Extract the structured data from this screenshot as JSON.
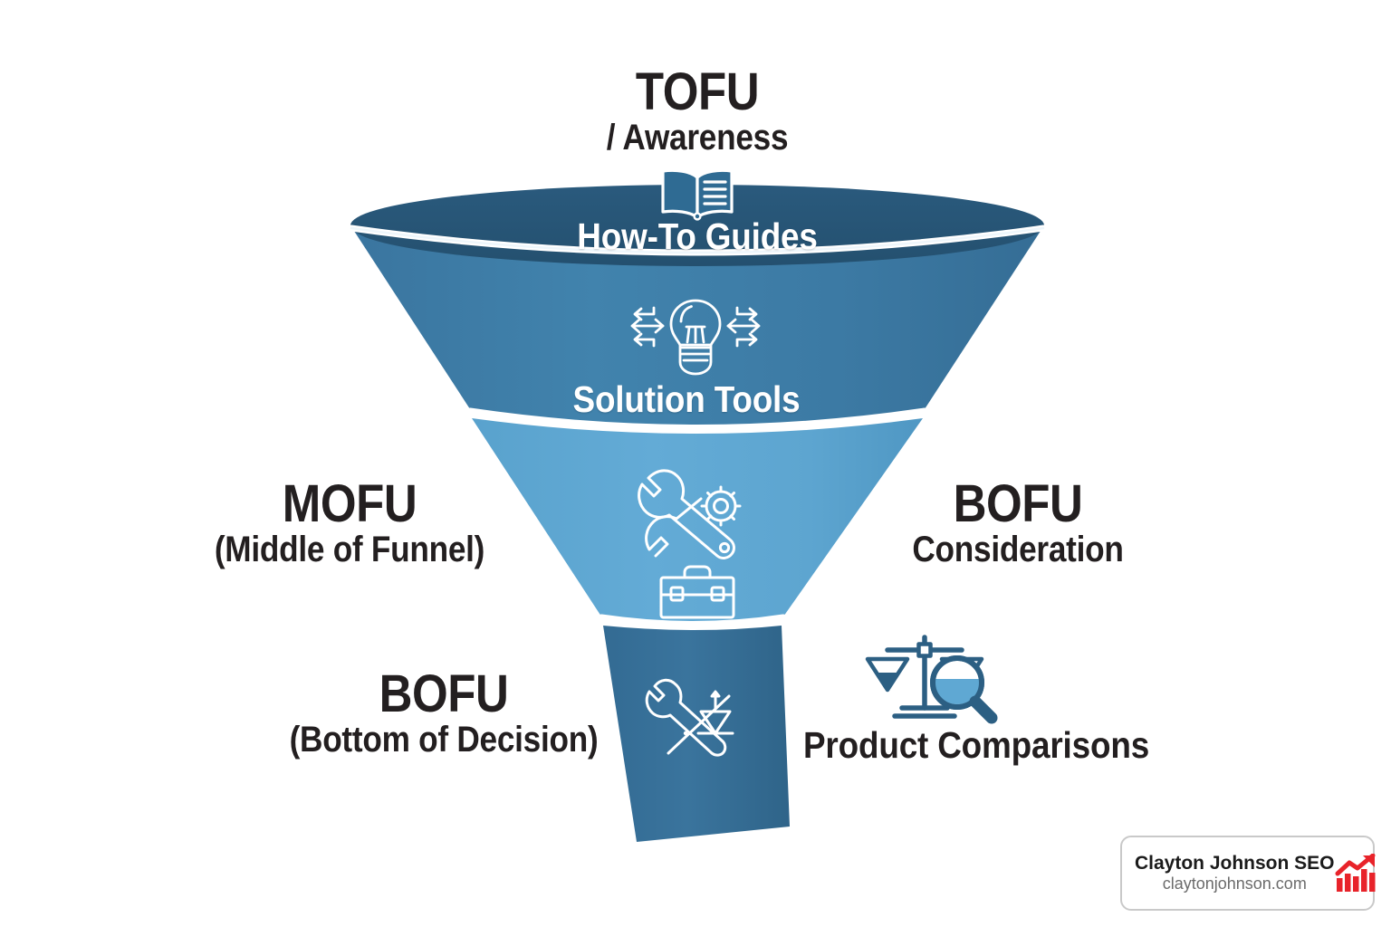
{
  "diagram": {
    "title_stage_top": {
      "title": "TOFU",
      "subtitle": "/ Awareness"
    },
    "title_stage_middle": {
      "title": "MOFU",
      "subtitle": "(Middle of Funnel)"
    },
    "title_stage_bottom_left": {
      "title": "BOFU",
      "subtitle": "(Bottom of Decision)"
    },
    "title_stage_bottom_right": {
      "title": "BOFU",
      "subtitle": "Consideration"
    },
    "inner_labels": {
      "how_to_guides": "How-To Guides",
      "solution_tools": "Solution Tools"
    },
    "outer_labels": {
      "product_comparisons": "Product Comparisons"
    },
    "icons": {
      "book": "open-book-icon",
      "bulb": "lightbulb-arrows-icon",
      "wrench_gear": "wrench-gear-icon",
      "toolbox": "toolbox-icon",
      "wrench_scales": "wrench-scales-icon",
      "scales_magnifier": "scales-magnifier-icon"
    },
    "colors": {
      "rim_interior": "#275374",
      "band_top": "#3d7ca6",
      "band_middle": "#5fa8d3",
      "band_stem": "#366f97",
      "divider": "#ffffff",
      "text_dark": "#231f20",
      "brand_red": "#e8232a"
    }
  },
  "brand": {
    "name": "Clayton Johnson SEO",
    "url": "claytonjohnson.com",
    "logo": "bar-chart-arrow-icon"
  }
}
